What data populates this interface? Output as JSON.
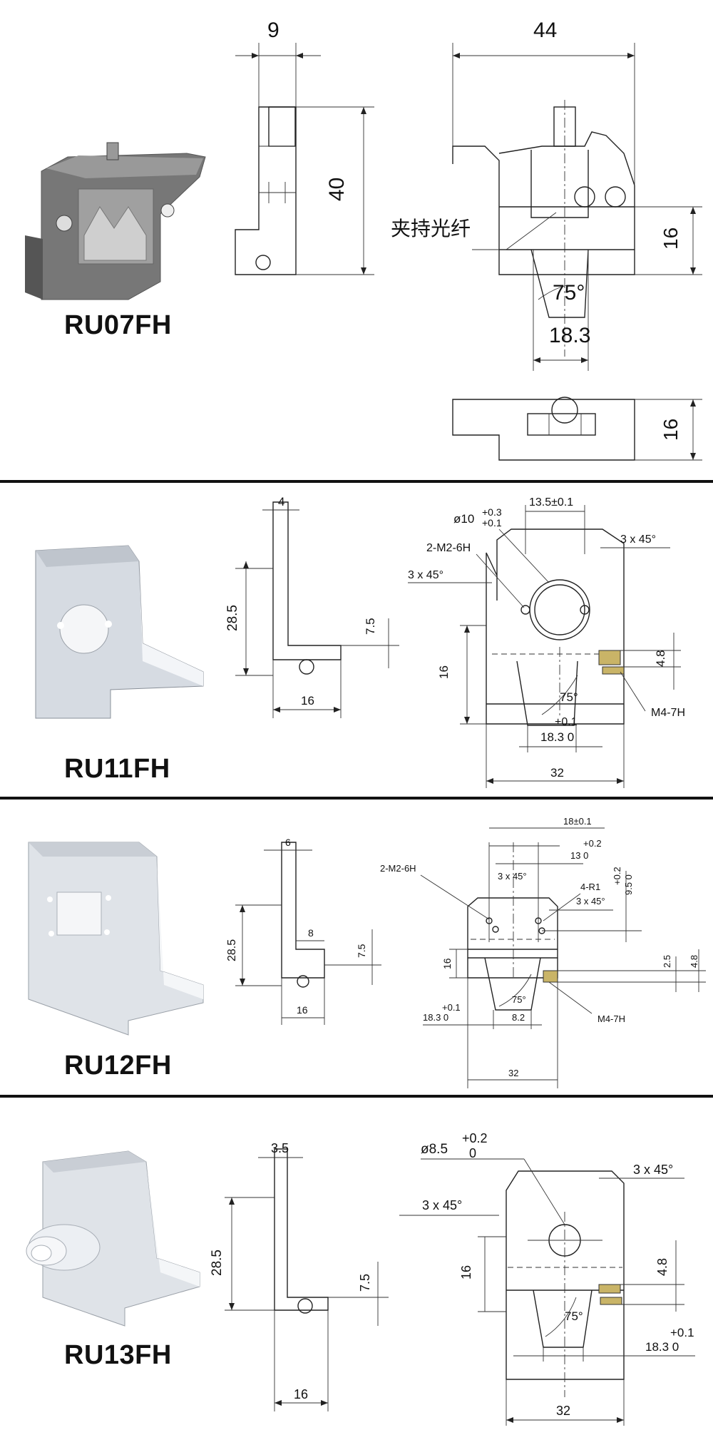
{
  "colors": {
    "divider": "#111111",
    "line": "#222222",
    "photo_metal": "#6f6f6f",
    "photo_white": "#dfe3e8",
    "hatch": "#8c7a3c"
  },
  "products": [
    {
      "model": "RU07FH",
      "photo_icon": "metal-clamp-photo",
      "dims": {
        "width_top": "9",
        "height": "40",
        "width_front": "44",
        "h_right": "16",
        "angle": "75°",
        "slot": "18.3",
        "h_bottom": "16"
      },
      "callout": "夹持光纤"
    },
    {
      "model": "RU11FH",
      "photo_icon": "mount-bracket-photo",
      "dims": {
        "thickness": "4",
        "height": "28.5",
        "step": "7.5",
        "base": "16",
        "bore": "ø10",
        "bore_tol_up": "+0.3",
        "bore_tol_low": "+0.1",
        "spacing": "13.5±0.1",
        "thread": "2-M2-6H",
        "chamfer_left": "3 x 45°",
        "chamfer_right": "3 x 45°",
        "h_left": "16",
        "h_right": "4.8",
        "angle": "75°",
        "slot_tol": "+0.1",
        "slot": "18.3 0",
        "width": "32",
        "screw": "M4-7H"
      }
    },
    {
      "model": "RU12FH",
      "photo_icon": "mount-bracket-photo",
      "dims": {
        "thickness": "6",
        "height": "28.5",
        "step_w": "8",
        "step": "7.5",
        "base": "16",
        "spacing": "18±0.1",
        "spacing2_tol": "+0.2",
        "spacing2": "13 0",
        "thread": "2-M2-6H",
        "chamfer": "3 x 45°",
        "radius": "4-R1",
        "chamfer2": "3 x 45°",
        "v_tol": "+0.2",
        "v_dim": "9.5 0",
        "h_left": "16",
        "h_right1": "2.5",
        "h_right2": "4.8",
        "angle": "75°",
        "slot_tol": "+0.1",
        "slot": "18.3 0",
        "offset": "8.2",
        "width": "32",
        "screw": "M4-7H"
      }
    },
    {
      "model": "RU13FH",
      "photo_icon": "mount-bracket-photo",
      "dims": {
        "thickness": "3.5",
        "height": "28.5",
        "step": "7.5",
        "base": "16",
        "bore": "ø8.5",
        "bore_tol_up": "+0.2",
        "bore_tol_low": "0",
        "chamfer_left": "3 x 45°",
        "chamfer_right": "3 x 45°",
        "h_left": "16",
        "h_right": "4.8",
        "angle": "75°",
        "slot_tol": "+0.1",
        "slot": "18.3 0",
        "width": "32"
      }
    }
  ]
}
